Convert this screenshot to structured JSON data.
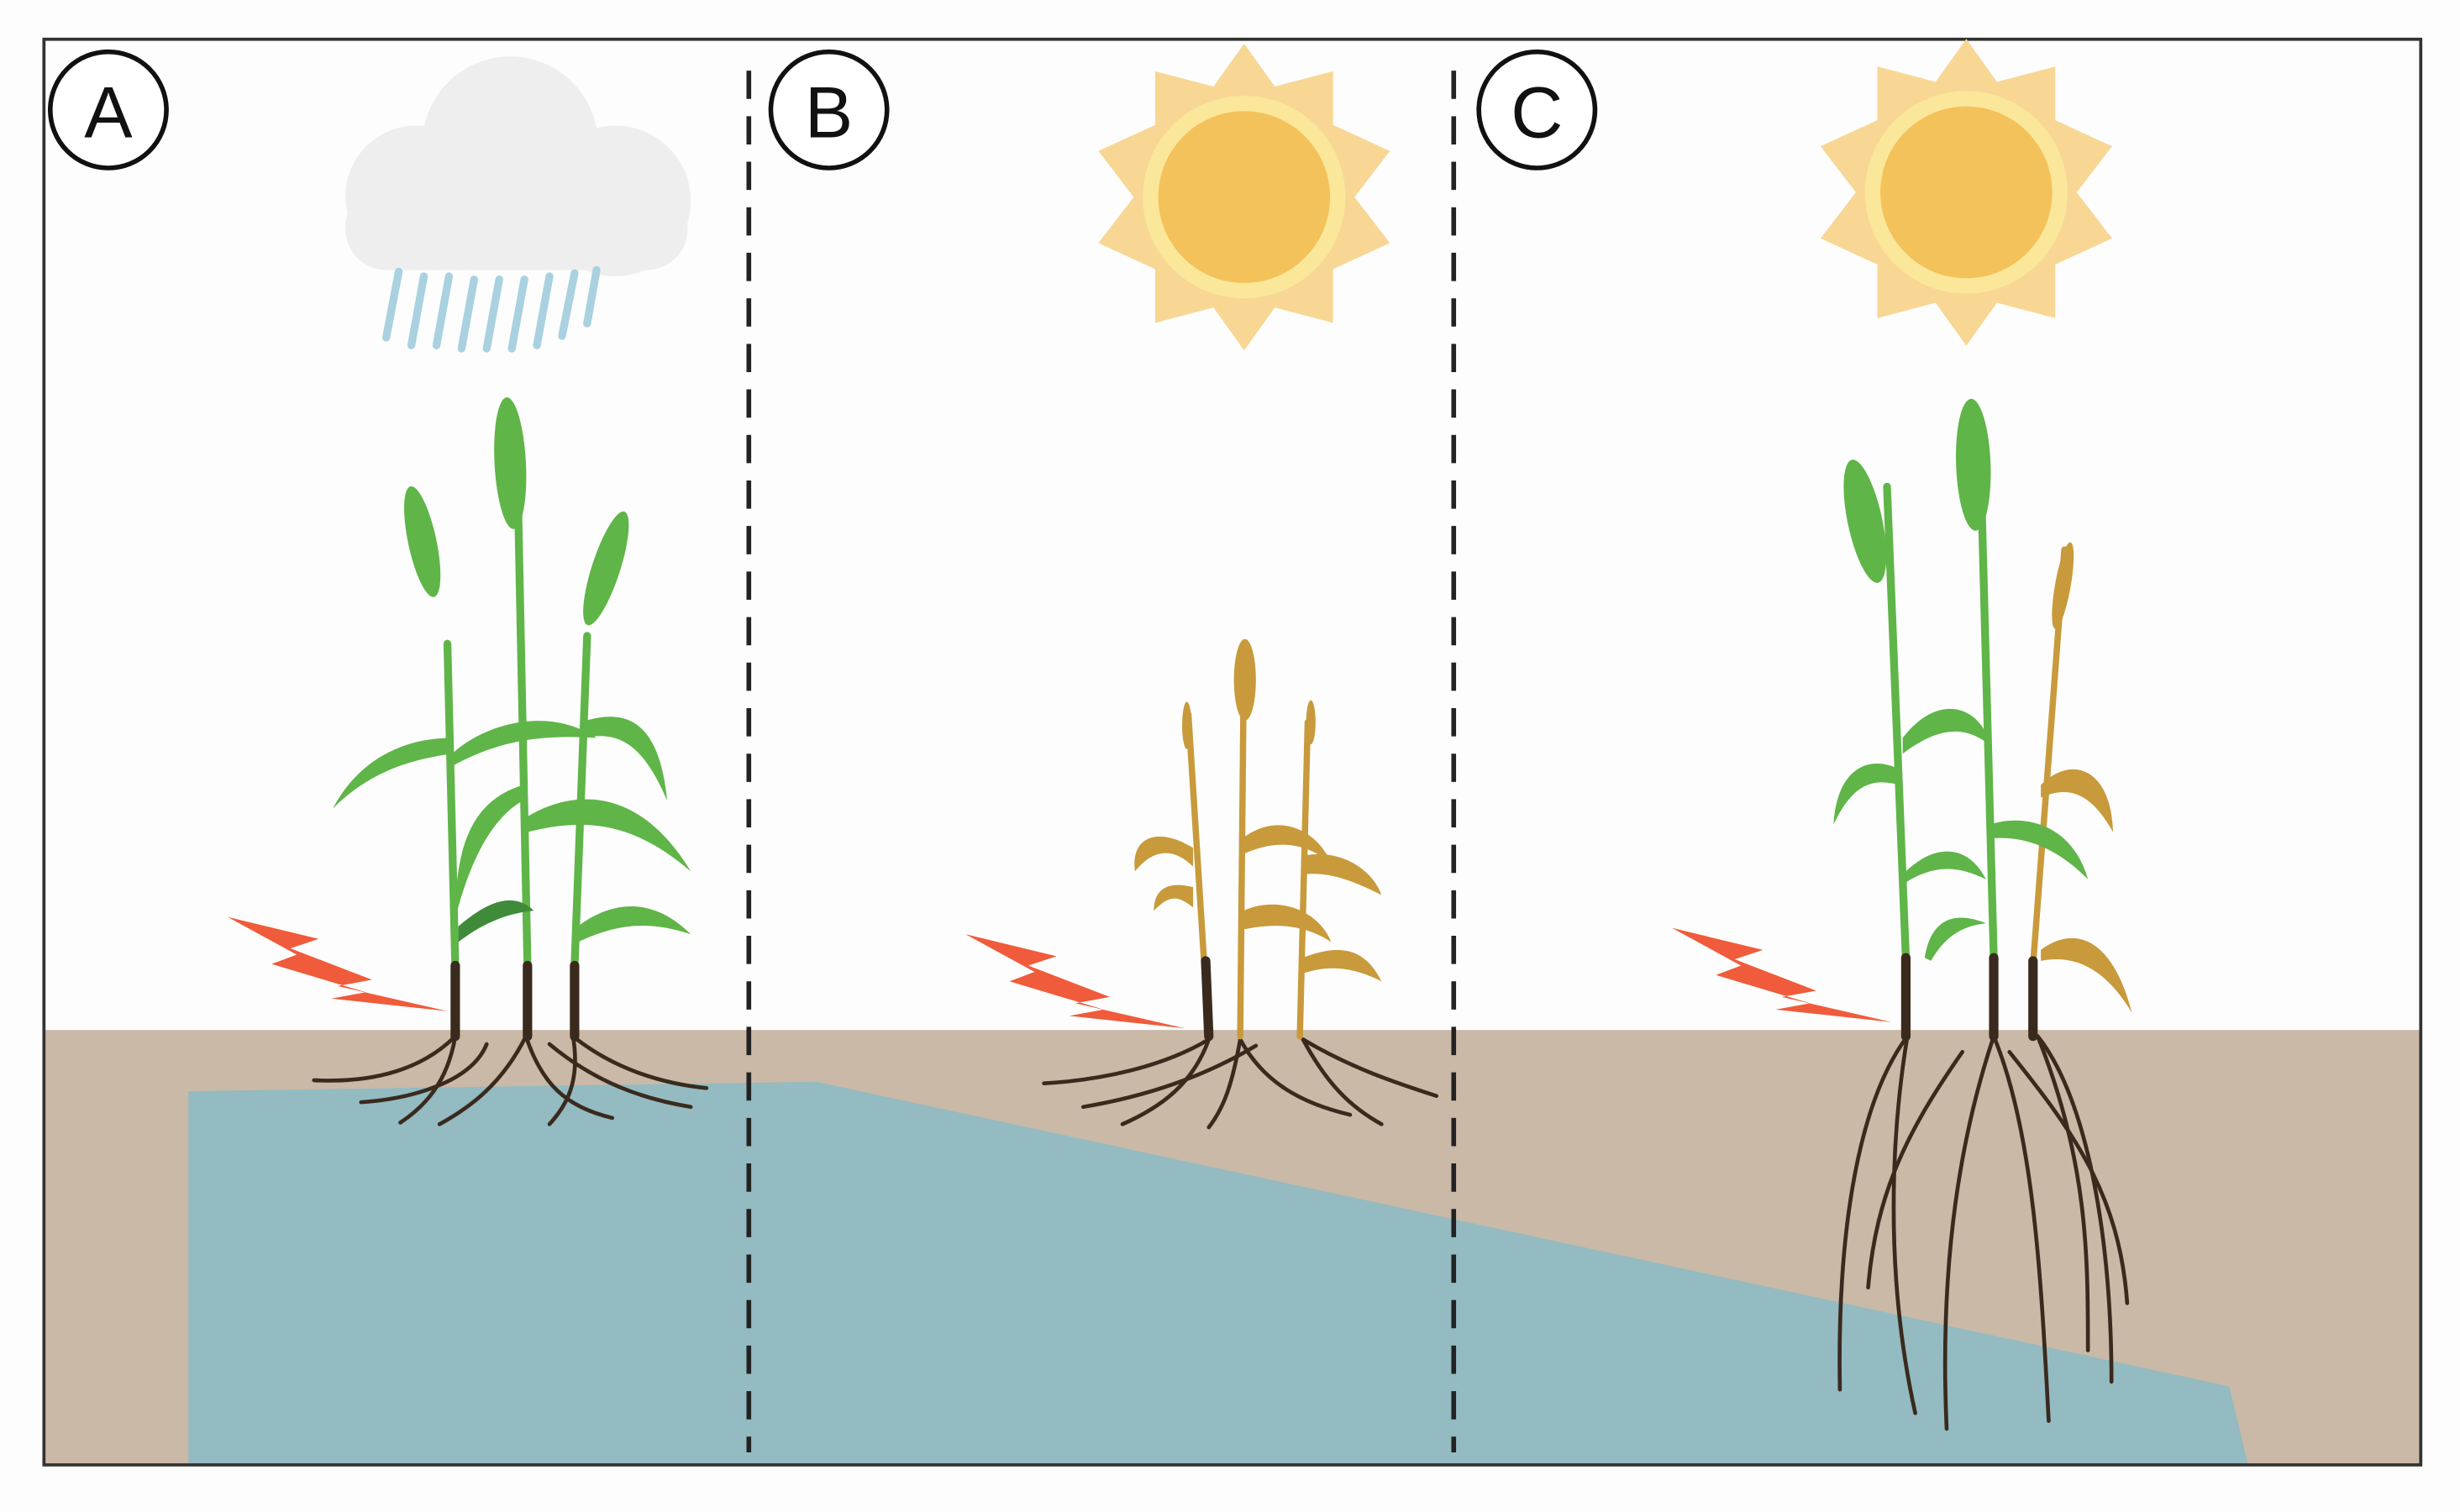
{
  "panels": [
    {
      "label": "A",
      "weather": "rain-cloud",
      "plant_state": "healthy-green",
      "root_depth": "shallow"
    },
    {
      "label": "B",
      "weather": "sun",
      "plant_state": "dried-brown",
      "root_depth": "shallow"
    },
    {
      "label": "C",
      "weather": "sun",
      "plant_state": "mostly-green",
      "root_depth": "deep"
    }
  ],
  "colors": {
    "sky": "#fdfdfd",
    "soil": "#c9b9a6",
    "water": "#88bcc7",
    "divider": "#222222",
    "green_plant": "#5fb548",
    "green_plant_dark": "#3f8b39",
    "dry_plant": "#c89a3b",
    "root": "#3a2a1e",
    "stress_bolt": "#ef5b3b",
    "cloud": "#eeeeee",
    "rain": "#a9d1e0",
    "sun_core": "#f4c25a",
    "sun_ring": "#fbe79a",
    "sun_rays": "#f8d795"
  },
  "icons": [
    "rain-cloud-icon",
    "sun-icon",
    "stress-bolt-icon",
    "wheat-plant-icon"
  ]
}
